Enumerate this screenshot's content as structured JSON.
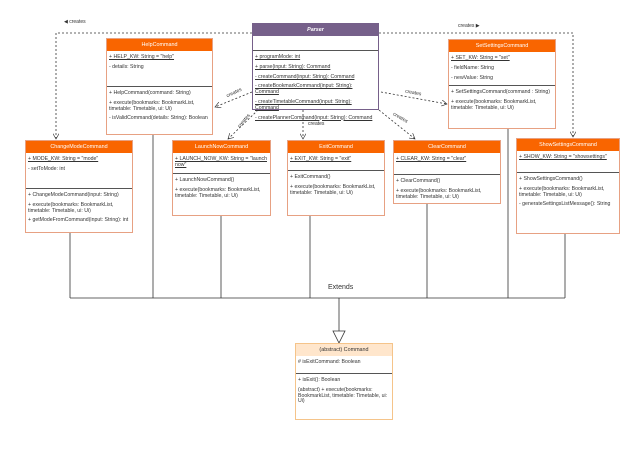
{
  "classes": [
    {
      "id": "parser",
      "name": "Parser",
      "style": "parser",
      "sections": [
        [],
        [
          {
            "t": "+ programMode: int",
            "u": true
          },
          {
            "t": "+ parse(input: String): Command",
            "u": true
          },
          {
            "t": "- createCommand(input: String): Command",
            "u": true
          },
          {
            "t": "- createBookmarkCommand(input: String): Command",
            "u": true
          },
          {
            "t": "- createTimetableCommand(input: String): Command",
            "u": true
          },
          {
            "t": "- createPlannerCommand(input: String): Command",
            "u": true
          }
        ]
      ]
    },
    {
      "id": "help",
      "name": "HelpCommand",
      "sections": [
        [
          {
            "t": "+ HELP_KW: String = \"help\"",
            "u": true
          },
          {
            "t": "- details: String"
          }
        ],
        [
          {
            "t": "+ HelpCommand(command: String)"
          },
          {
            "t": "+ execute(bookmarks: BookmarkList, timetable: Timetable, ui: Ui)"
          },
          {
            "t": "- isValidCommand(details: String): Boolean"
          }
        ]
      ]
    },
    {
      "id": "setsettings",
      "name": "SetSettingsCommand",
      "sections": [
        [
          {
            "t": "+ SET_KW: String = \"set\"",
            "u": true
          },
          {
            "t": "- fieldName: String"
          },
          {
            "t": "- newValue: String"
          }
        ],
        [
          {
            "t": "+ SetSettingsCommand(command : String)"
          },
          {
            "t": "+ execute(bookmarks: BookmarkList, timetable: Timetable, ui: Ui)"
          }
        ]
      ]
    },
    {
      "id": "changemode",
      "name": "ChangeModeCommand",
      "sections": [
        [
          {
            "t": "+ MODE_KW: String = \"mode\"",
            "u": true
          },
          {
            "t": "- setToMode: int"
          }
        ],
        [
          {
            "t": "+ ChangeModeCommand(input: String)"
          },
          {
            "t": "+ execute(bookmarks: BookmarkList, timetable: Timetable, ui: Ui)"
          },
          {
            "t": "+ getModeFromCommand(input: String): int"
          }
        ]
      ]
    },
    {
      "id": "launchnow",
      "name": "LaunchNowCommand",
      "sections": [
        [
          {
            "t": "+ LAUNCH_NOW_KW: String = \"launch now\"",
            "u": true
          }
        ],
        [
          {
            "t": "+ LaunchNowCommand()"
          },
          {
            "t": "+ execute(bookmarks: BookmarkList, timetable: Timetable, ui: Ui)"
          }
        ]
      ]
    },
    {
      "id": "exit",
      "name": "ExitCommand",
      "sections": [
        [
          {
            "t": "+ EXIT_KW: String = \"exit\"",
            "u": true
          }
        ],
        [
          {
            "t": "+ ExitCommand()"
          },
          {
            "t": "+ execute(bookmarks: BookmarkList, timetable: Timetable, ui: Ui)"
          }
        ]
      ]
    },
    {
      "id": "clear",
      "name": "ClearCommand",
      "sections": [
        [
          {
            "t": "+ CLEAR_KW: String = \"clear\"",
            "u": true
          }
        ],
        [
          {
            "t": "+ ClearCommand()"
          },
          {
            "t": "+ execute(bookmarks: BookmarkList, timetable: Timetable, ui: Ui)"
          }
        ]
      ]
    },
    {
      "id": "showsettings",
      "name": "ShowSettingsCommand",
      "sections": [
        [
          {
            "t": "+ SHOW_KW: String = \"showsettings\"",
            "u": true
          }
        ],
        [
          {
            "t": "+ ShowSettingsCommand()"
          },
          {
            "t": "+ execute(bookmarks: BookmarkList, timetable: Timetable, ui: Ui)"
          },
          {
            "t": "- generateSettingsListMessage(): String"
          }
        ]
      ]
    },
    {
      "id": "command",
      "name": "(abstract) Command",
      "style": "abstract",
      "sections": [
        [
          {
            "t": "# isExitCommand: Boolean"
          }
        ],
        [
          {
            "t": "+ isExit(): Boolean"
          },
          {
            "t": "(abstract) + execute(bookmarks: BookmarkList, timetable: Timetable, ui: Ui)"
          }
        ]
      ]
    }
  ],
  "labels": {
    "creates_left": "◀ creates",
    "creates_right": "creates ▶",
    "creates_help": "creates",
    "creates_launch": "creates",
    "creates_exit": "creates",
    "creates_clear": "creates",
    "creates_set": "creates",
    "extends": "Extends"
  },
  "colors": {
    "class_header": "#f96500",
    "parser_header": "#76608a",
    "abstract_header": "#ffe6cc"
  }
}
